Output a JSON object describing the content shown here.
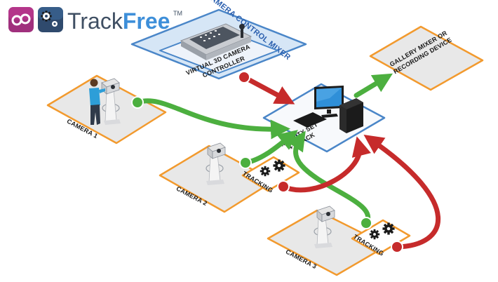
{
  "brand": {
    "name_part1": "Track",
    "name_part2": "Free",
    "trademark": "TM",
    "colors": {
      "dark": "#3f4f63",
      "accent": "#3e8fd9",
      "pink": "#d8157a",
      "purple": "#6b2d92"
    }
  },
  "nodes": {
    "camera_control_mixer": "CAMERA CONTROL MIXER",
    "virtual_controller_line1": "VIRTUAL 3D CAMERA",
    "virtual_controller_line2": "CONTROLLER",
    "infinity_line1": "INFINITY SET",
    "infinity_line2": "+ TRACK",
    "gallery_line1": "GALLERY MIXER OR",
    "gallery_line2": "RECORDING DEVICE",
    "camera1": "CAMERA 1",
    "camera2": "CAMERA 2",
    "camera3": "CAMERA 3",
    "tracking2": "TRACKING",
    "tracking3": "TRACKING"
  },
  "colors": {
    "orange": "#f29a2e",
    "tile": "#e8e8e8",
    "blue_frame": "#4a86c8",
    "blue_fill": "#d6e6f6",
    "green": "#4caf3f",
    "red": "#c62b2b"
  },
  "icons": [
    "gear-icon",
    "camera-icon",
    "tripod-icon",
    "monitor-icon",
    "computer-tower-icon",
    "keyboard-icon",
    "mixer-console-icon",
    "person-icon"
  ]
}
